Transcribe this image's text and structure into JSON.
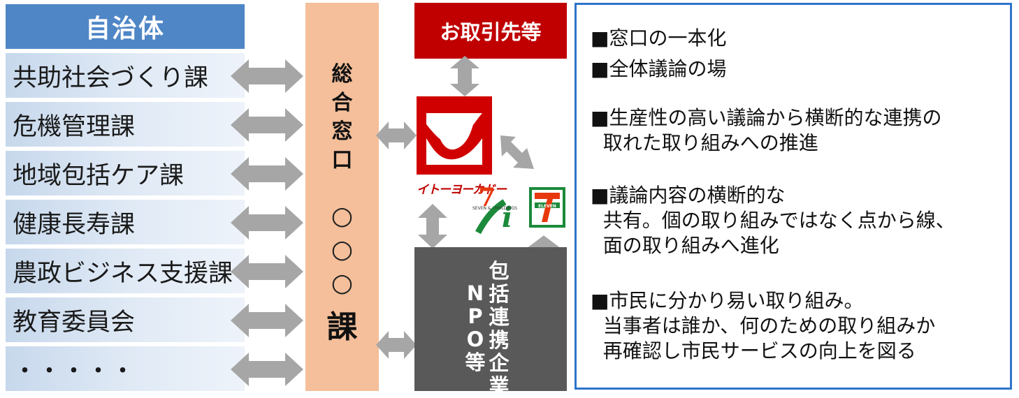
{
  "municipality": {
    "header": "自治体",
    "departments": [
      "共助社会づくり課",
      "危機管理課",
      "地域包括ケア課",
      "健康長寿課",
      "農政ビジネス支援課",
      "教育委員会",
      "・・・・・"
    ]
  },
  "window": {
    "title": "総\n合\n窓\n口",
    "circles": "○\n○\n○",
    "suffix": "課"
  },
  "partners": {
    "header": "お取引先等",
    "logos": {
      "ito_yokado": "イトーヨーカドー",
      "seven_i_caption": "SEVEN & i HOLDINGS",
      "seven_eleven": "ELEVEN"
    }
  },
  "npo": {
    "col1": [
      "包",
      "括",
      "連",
      "携",
      "企",
      "業"
    ],
    "col2": [
      "N",
      "P",
      "O",
      "等"
    ]
  },
  "notes": [
    "■窓口の一本化",
    "■全体議論の場",
    "■生産性の高い議論から横断的な連携の\n  取れた取り組みへの推進",
    "■議論内容の横断的な\n  共有。個の取り組みではなく点から線、\n  面の取り組みへ進化",
    "■市民に分かり易い取り組み。\n  当事者は誰か、何のための取り組みか\n  再確認し市民サービスの向上を図る"
  ],
  "colors": {
    "muni_header": "#4f86c6",
    "window": "#f4bf9a",
    "partners_header": "#c00000",
    "npo_box": "#595959",
    "notes_border": "#2e74c9",
    "arrow": "#a6a6a6"
  }
}
